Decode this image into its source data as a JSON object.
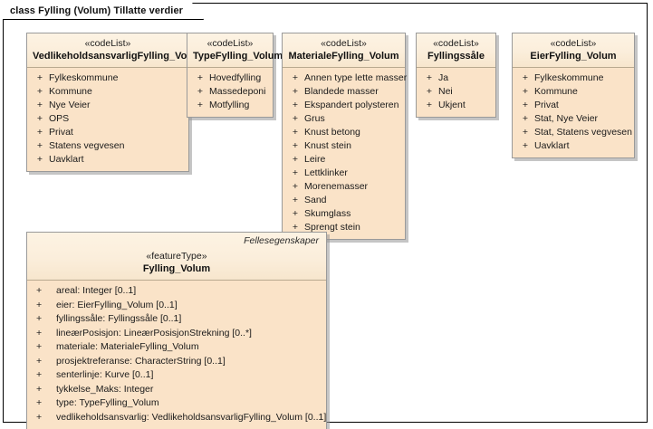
{
  "diagram": {
    "title": "class Fylling (Volum) Tillatte verdier",
    "colors": {
      "box_fill": "#FAE3C8",
      "header_fill": "#FBEEDB",
      "border": "#9A9A9A",
      "text": "#1A1A1A"
    }
  },
  "boxes": [
    {
      "id": "vedlikeholdsansvarlig",
      "stereotype": "«codeList»",
      "name": "VedlikeholdsansvarligFylling_Volum",
      "items": [
        {
          "vis": "+",
          "label": "Fylkeskommune"
        },
        {
          "vis": "+",
          "label": "Kommune"
        },
        {
          "vis": "+",
          "label": "Nye Veier"
        },
        {
          "vis": "+",
          "label": "OPS"
        },
        {
          "vis": "+",
          "label": "Privat"
        },
        {
          "vis": "+",
          "label": "Statens vegvesen"
        },
        {
          "vis": "+",
          "label": "Uavklart"
        }
      ]
    },
    {
      "id": "typefylling",
      "stereotype": "«codeList»",
      "name": "TypeFylling_Volum",
      "items": [
        {
          "vis": "+",
          "label": "Hovedfylling"
        },
        {
          "vis": "+",
          "label": "Massedeponi"
        },
        {
          "vis": "+",
          "label": "Motfylling"
        }
      ]
    },
    {
      "id": "materialefylling",
      "stereotype": "«codeList»",
      "name": "MaterialeFylling_Volum",
      "items": [
        {
          "vis": "+",
          "label": "Annen type lette masser"
        },
        {
          "vis": "+",
          "label": "Blandede masser"
        },
        {
          "vis": "+",
          "label": "Ekspandert polysteren"
        },
        {
          "vis": "+",
          "label": "Grus"
        },
        {
          "vis": "+",
          "label": "Knust betong"
        },
        {
          "vis": "+",
          "label": "Knust stein"
        },
        {
          "vis": "+",
          "label": "Leire"
        },
        {
          "vis": "+",
          "label": "Lettklinker"
        },
        {
          "vis": "+",
          "label": "Morenemasser"
        },
        {
          "vis": "+",
          "label": "Sand"
        },
        {
          "vis": "+",
          "label": "Skumglass"
        },
        {
          "vis": "+",
          "label": "Sprengt stein"
        }
      ]
    },
    {
      "id": "fyllingssale",
      "stereotype": "«codeList»",
      "name": "Fyllingssåle",
      "items": [
        {
          "vis": "+",
          "label": "Ja"
        },
        {
          "vis": "+",
          "label": "Nei"
        },
        {
          "vis": "+",
          "label": "Ukjent"
        }
      ]
    },
    {
      "id": "eierfylling",
      "stereotype": "«codeList»",
      "name": "EierFylling_Volum",
      "items": [
        {
          "vis": "+",
          "label": "Fylkeskommune"
        },
        {
          "vis": "+",
          "label": "Kommune"
        },
        {
          "vis": "+",
          "label": "Privat"
        },
        {
          "vis": "+",
          "label": "Stat, Nye Veier"
        },
        {
          "vis": "+",
          "label": "Stat, Statens vegvesen"
        },
        {
          "vis": "+",
          "label": "Uavklart"
        }
      ]
    }
  ],
  "feature_box": {
    "id": "fylling_volum",
    "package": "Fellesegenskaper",
    "stereotype": "«featureType»",
    "name": "Fylling_Volum",
    "attributes": [
      {
        "vis": "+",
        "label": "areal: Integer [0..1]"
      },
      {
        "vis": "+",
        "label": "eier: EierFylling_Volum [0..1]"
      },
      {
        "vis": "+",
        "label": "fyllingssåle: Fyllingssåle [0..1]"
      },
      {
        "vis": "+",
        "label": "lineærPosisjon: LineærPosisjonStrekning [0..*]"
      },
      {
        "vis": "+",
        "label": "materiale: MaterialeFylling_Volum"
      },
      {
        "vis": "+",
        "label": "prosjektreferanse: CharacterString [0..1]"
      },
      {
        "vis": "+",
        "label": "senterlinje: Kurve [0..1]"
      },
      {
        "vis": "+",
        "label": "tykkelse_Maks: Integer"
      },
      {
        "vis": "+",
        "label": "type: TypeFylling_Volum"
      },
      {
        "vis": "+",
        "label": "vedlikeholdsansvarlig: VedlikeholdsansvarligFylling_Volum [0..1]"
      }
    ]
  }
}
